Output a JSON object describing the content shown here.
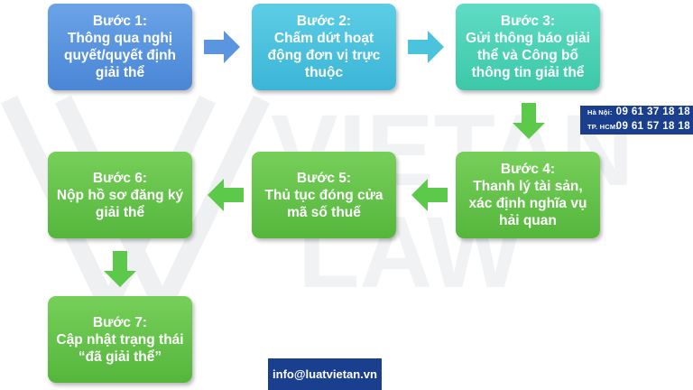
{
  "steps": [
    {
      "title": "Bước 1:",
      "lines": [
        "Thông qua nghị",
        "quyết/quyết định",
        "giải thể"
      ]
    },
    {
      "title": "Bước 2:",
      "lines": [
        "Chấm dứt hoạt",
        "động đơn vị trực",
        "thuộc"
      ]
    },
    {
      "title": "Bước 3:",
      "lines": [
        "Gửi thông báo giải",
        "thể và Công bố",
        "thông tin giải thể"
      ]
    },
    {
      "title": "Bước 4:",
      "lines": [
        "Thanh lý tài sản,",
        "xác định nghĩa vụ",
        "hải quan"
      ]
    },
    {
      "title": "Bước 5:",
      "lines": [
        "Thủ tục đóng cửa",
        "mã số thuế"
      ]
    },
    {
      "title": "Bước 6:",
      "lines": [
        "Nộp hồ sơ đăng ký",
        "giải thể"
      ]
    },
    {
      "title": "Bước 7:",
      "lines": [
        "Cập nhật trạng thái",
        "“đã giải thể”"
      ]
    }
  ],
  "contact": {
    "hanoi_label": "Hà Nội:",
    "hanoi_phone": "09 61 37 18 18",
    "hcm_label": "TP. HCM:",
    "hcm_phone": "09 61 57 18 18",
    "email": "info@luatvietan.vn"
  },
  "watermark": {
    "text": "VIETAN LAW"
  },
  "colors": {
    "blue": "#4a86d6",
    "cyan": "#3bb5d6",
    "teal": "#3cc8a8",
    "green": "#55b63c",
    "navy": "#1b3f8f"
  }
}
